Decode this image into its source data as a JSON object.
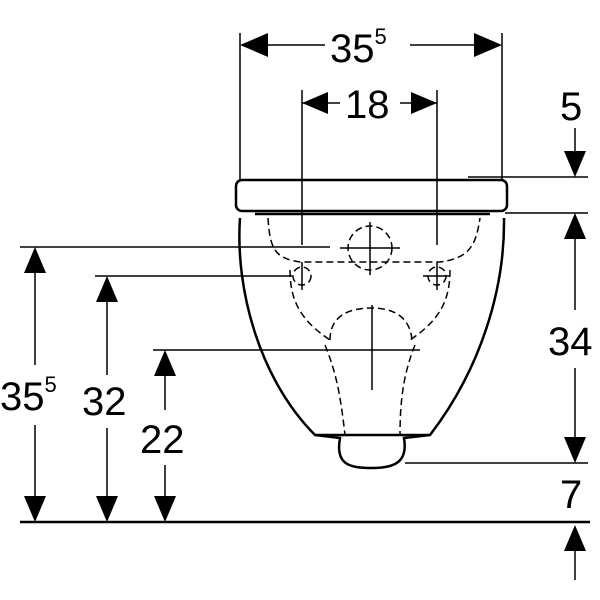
{
  "dimensions": {
    "top_width": {
      "main": "35",
      "sup": "5"
    },
    "fixing_distance": "18",
    "seat_height": "5",
    "bowl_height": "34",
    "outlet_height": "7",
    "left_total": {
      "main": "35",
      "sup": "5"
    },
    "left_fixing": "32",
    "left_outlet": "22"
  }
}
